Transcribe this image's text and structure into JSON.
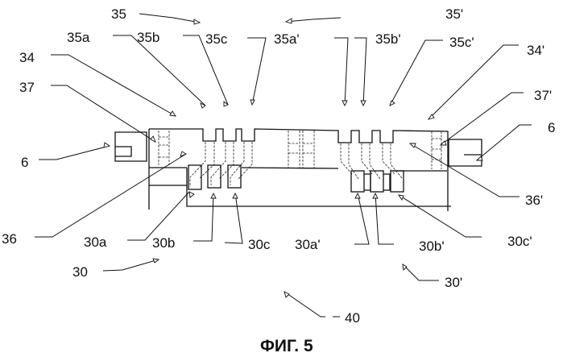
{
  "figure": {
    "caption": "ФИГ. 5"
  },
  "labels": {
    "l35": "35",
    "l35p": "35'",
    "l35a": "35a",
    "l35b": "35b",
    "l35c": "35c",
    "l35ap": "35a'",
    "l35bp": "35b'",
    "l35cp": "35c'",
    "l34": "34",
    "l34p": "34'",
    "l37": "37",
    "l37p": "37'",
    "l6L": "6",
    "l6R": "6",
    "l36": "36",
    "l36p": "36'",
    "l30a": "30a",
    "l30b": "30b",
    "l30c": "30c",
    "l30ap": "30a'",
    "l30bp": "30b'",
    "l30cp": "30c'",
    "l30": "30",
    "l30p": "30'",
    "l40": "40"
  }
}
